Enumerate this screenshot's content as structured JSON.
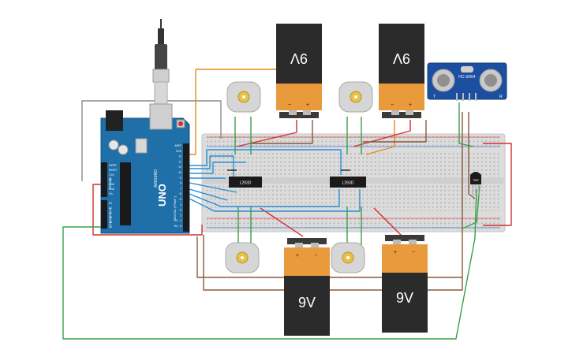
{
  "batteries": [
    {
      "id": "battery-top-left",
      "label": "9V",
      "plus": "+",
      "minus": "−",
      "orientation": "inverted"
    },
    {
      "id": "battery-top-right",
      "label": "9V",
      "plus": "+",
      "minus": "−",
      "orientation": "inverted"
    },
    {
      "id": "battery-bottom-left",
      "label": "9V",
      "plus": "+",
      "minus": "−",
      "orientation": "upright"
    },
    {
      "id": "battery-bottom-right",
      "label": "9V",
      "plus": "+",
      "minus": "−",
      "orientation": "upright"
    }
  ],
  "drivers": [
    {
      "id": "driver-left",
      "label": "L293D"
    },
    {
      "id": "driver-right",
      "label": "L293D"
    }
  ],
  "sensor": {
    "label": "HC-SR04",
    "pin_t": "T",
    "pin_r": "R"
  },
  "temp_sensor": {
    "label": "TMP"
  },
  "arduino": {
    "model": "UNO",
    "brand": "ARDUINO",
    "power_labels": [
      "IOREF",
      "RESET",
      "3.3V",
      "5V",
      "GND",
      "GND",
      "Vin"
    ],
    "analog_labels": [
      "A0",
      "A1",
      "A2",
      "A3",
      "A4",
      "A5"
    ],
    "digital_labels": [
      "AREF",
      "GND",
      "13",
      "12",
      "~11",
      "~10",
      "~9",
      "8",
      "7",
      "~6",
      "~5",
      "4",
      "~3",
      "2",
      "TX→1",
      "RX←0"
    ],
    "power_header": "POWER",
    "analog_header": "ANALOG IN",
    "digital_header": "DIGITAL (PWM~)"
  },
  "colors": {
    "wire_red": "#d32f2f",
    "wire_orange": "#e8891c",
    "wire_brown": "#8a5a3b",
    "wire_green": "#3aa04a",
    "wire_blue": "#2b8fd6",
    "wire_grey": "#8c8c8c",
    "arduino_blue": "#1f6fa8",
    "battery_orange": "#e89a3c",
    "battery_black": "#2b2b2b"
  }
}
